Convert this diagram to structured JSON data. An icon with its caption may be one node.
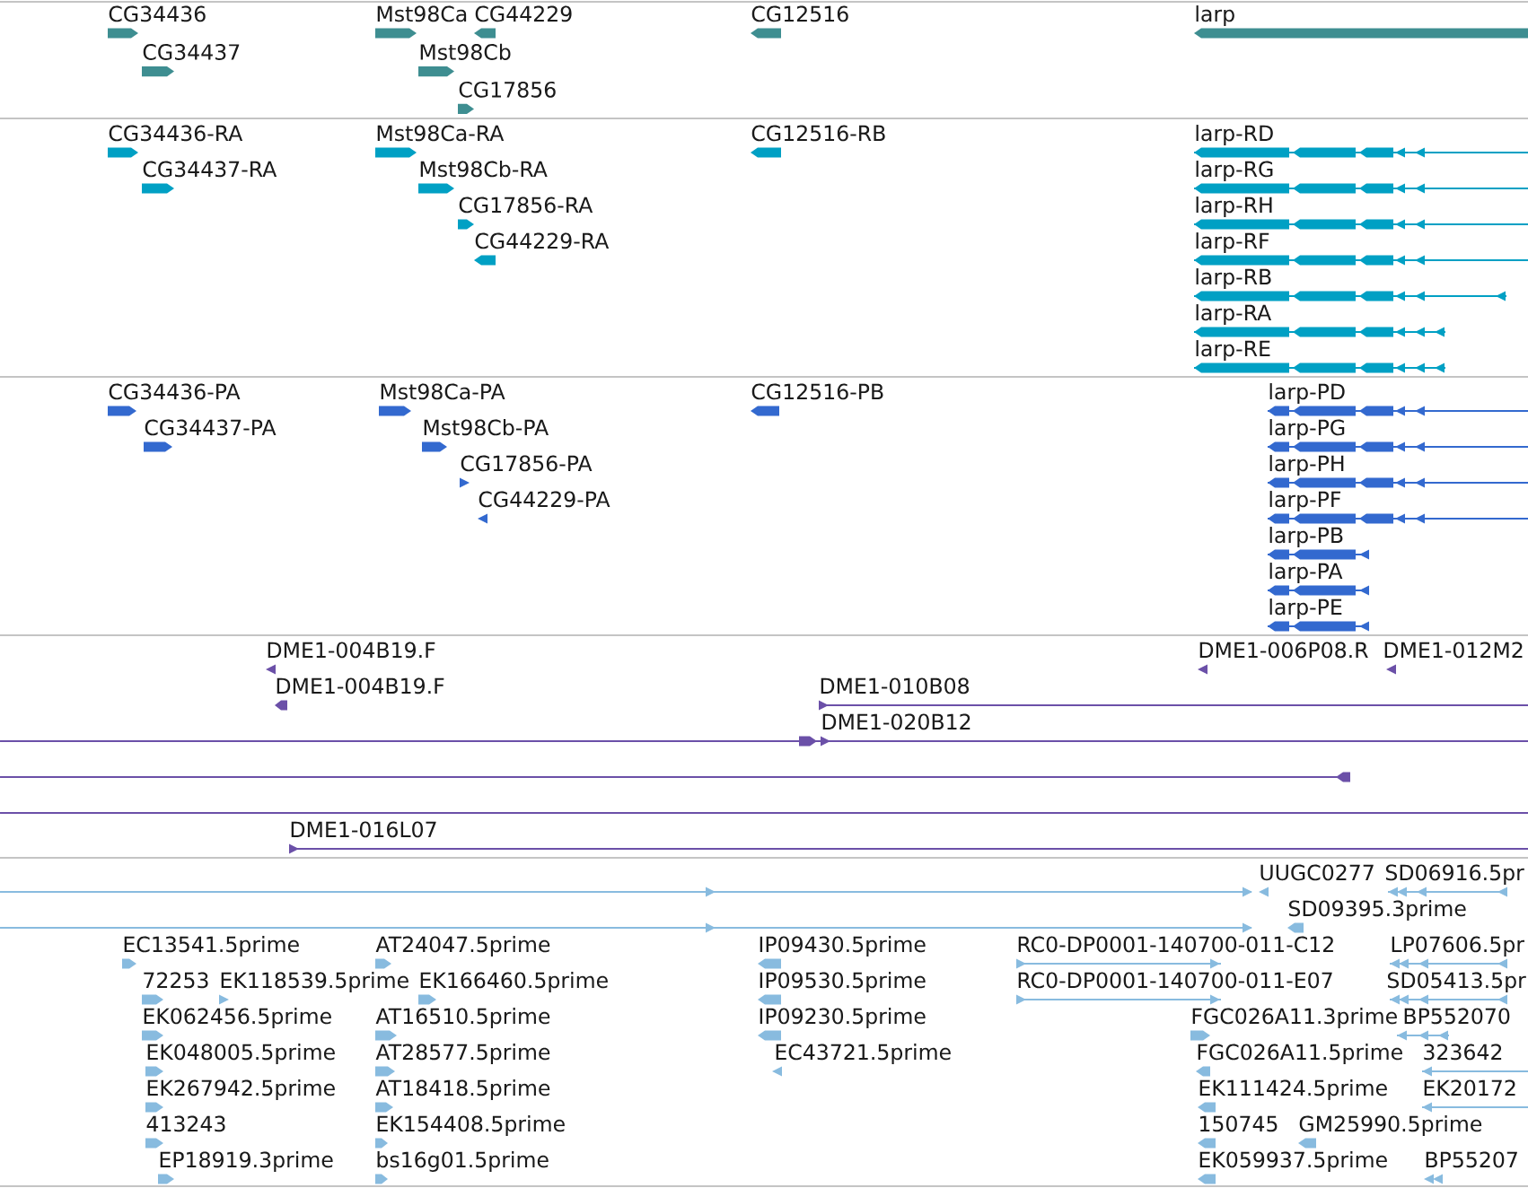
{
  "diagram": {
    "labels": [
      "CG34436",
      "Mst98Ca",
      "CG44229",
      "CG12516",
      "larp",
      "CG34437",
      "Mst98Cb",
      "CG17856",
      "CG34436-RA",
      "Mst98Ca-RA",
      "CG12516-RB",
      "larp-RD",
      "CG34437-RA",
      "Mst98Cb-RA",
      "larp-RG",
      "CG17856-RA",
      "larp-RH",
      "CG44229-RA",
      "larp-RF",
      "larp-RB",
      "larp-RA",
      "larp-RE",
      "CG34436-PA",
      "Mst98Ca-PA",
      "CG12516-PB",
      "larp-PD",
      "CG34437-PA",
      "Mst98Cb-PA",
      "larp-PG",
      "CG17856-PA",
      "larp-PH",
      "CG44229-PA",
      "larp-PF",
      "larp-PB",
      "larp-PA",
      "larp-PE",
      "DME1-004B19.F",
      "DME1-006P08.R",
      "DME1-012M2",
      "DME1-004B19.F",
      "DME1-010B08",
      "DME1-020B12",
      "DME1-016L07",
      "UUGC0277",
      "SD06916.5pr",
      "SD09395.3prime",
      "EC13541.5prime",
      "AT24047.5prime",
      "IP09430.5prime",
      "RC0-DP0001-140700-011-C12",
      "LP07606.5pr",
      "72253",
      "EK118539.5prime",
      "EK166460.5prime",
      "IP09530.5prime",
      "RC0-DP0001-140700-011-E07",
      "SD05413.5pr",
      "EK062456.5prime",
      "AT16510.5prime",
      "IP09230.5prime",
      "FGC026A11.3prime",
      "BP552070",
      "EK048005.5prime",
      "AT28577.5prime",
      "EC43721.5prime",
      "FGC026A11.5prime",
      "323642",
      "EK267942.5prime",
      "AT18418.5prime",
      "EK111424.5prime",
      "EK20172",
      "413243",
      "EK154408.5prime",
      "150745",
      "GM25990.5prime",
      "EP18919.3prime",
      "bs16g01.5prime",
      "EK059937.5prime",
      "BP55207"
    ]
  }
}
